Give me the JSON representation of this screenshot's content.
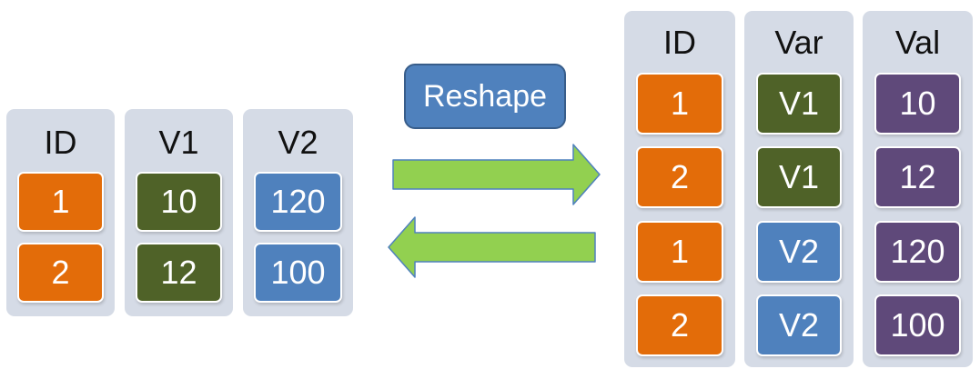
{
  "wide_table": {
    "columns": [
      {
        "header": "ID",
        "color": "orange",
        "cells": [
          "1",
          "2"
        ]
      },
      {
        "header": "V1",
        "color": "green",
        "cells": [
          "10",
          "12"
        ]
      },
      {
        "header": "V2",
        "color": "blue",
        "cells": [
          "120",
          "100"
        ]
      }
    ]
  },
  "long_table": {
    "columns": [
      {
        "header": "ID",
        "cells": [
          "1",
          "2",
          "1",
          "2"
        ]
      },
      {
        "header": "Var",
        "cells": [
          "V1",
          "V1",
          "V2",
          "V2"
        ]
      },
      {
        "header": "Val",
        "cells": [
          "10",
          "12",
          "120",
          "100"
        ]
      }
    ]
  },
  "reshape_label": "Reshape",
  "arrows": {
    "forward": "right-arrow-icon",
    "backward": "left-arrow-icon",
    "color": "#92d050",
    "outline": "#4f81bd"
  },
  "colors": {
    "column_bg": "#d5dbe6",
    "orange": "#e36c09",
    "green": "#4f6228",
    "blue": "#4f81bd",
    "purple": "#5f497a"
  }
}
